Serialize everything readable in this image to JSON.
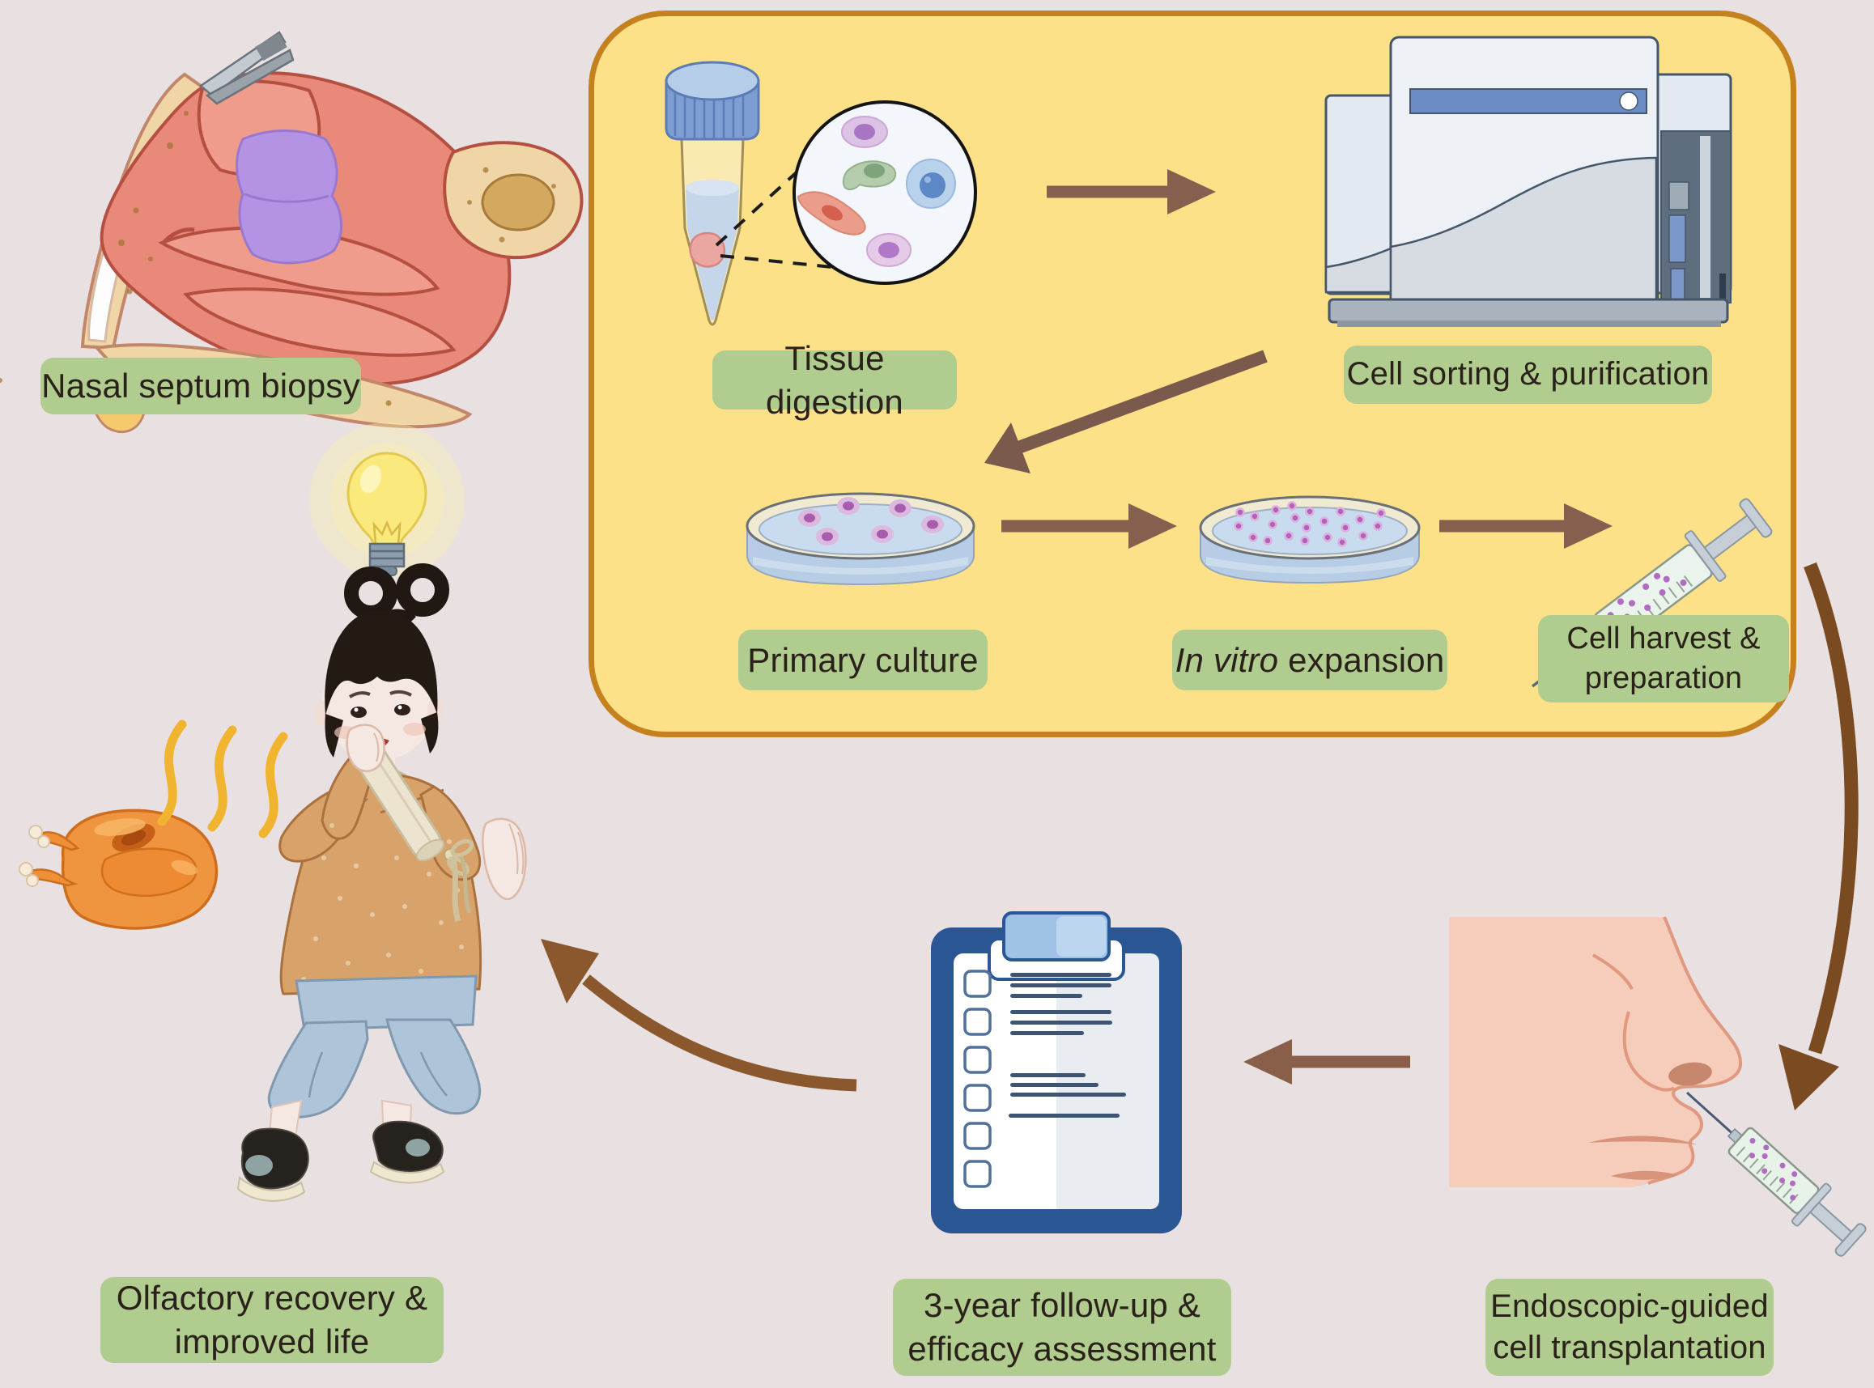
{
  "figure": {
    "background_color": "#e9e0e2",
    "workflow_panel": {
      "fill": "#fce189",
      "border_color": "#c5811e"
    },
    "label_chip": {
      "fill": "#b0cc8e",
      "text_color": "#2a211a"
    },
    "arrow_colors": {
      "straight": "#86604f",
      "curved_right": "#7a4a21",
      "curved_left": "#8a582c"
    },
    "labels": {
      "biopsy": "Nasal septum biopsy",
      "digestion": "Tissue digestion",
      "sorting": "Cell sorting & purification",
      "primary_culture": "Primary culture",
      "expansion_italic": "In vitro",
      "expansion_rest": " expansion",
      "harvest_line1": "Cell harvest &",
      "harvest_line2": "preparation",
      "transplant_line1": "Endoscopic-guided",
      "transplant_line2": "cell transplantation",
      "followup_line1": "3-year follow-up &",
      "followup_line2": "efficacy assessment",
      "recovery_line1": "Olfactory recovery &",
      "recovery_line2": "improved life"
    },
    "icons": {
      "nasal_anatomy": "nasal-cavity-cross-section-with-tweezers",
      "tube": "centrifuge-tube-with-tissue",
      "magnifier": "dissociated-cells-magnified-circle",
      "sorter": "cell-sorting-machine",
      "petri_primary": "petri-dish-sparse-cells",
      "petri_expansion": "petri-dish-dense-cells",
      "syringe_harvest": "syringe-with-cells",
      "nose": "nose-profile-with-syringe",
      "clipboard": "follow-up-checklist-clipboard",
      "child": "child-smelling-roast-chicken",
      "lightbulb": "idea-lightbulb",
      "chicken": "roast-chicken",
      "aroma": "aroma-waves"
    }
  }
}
